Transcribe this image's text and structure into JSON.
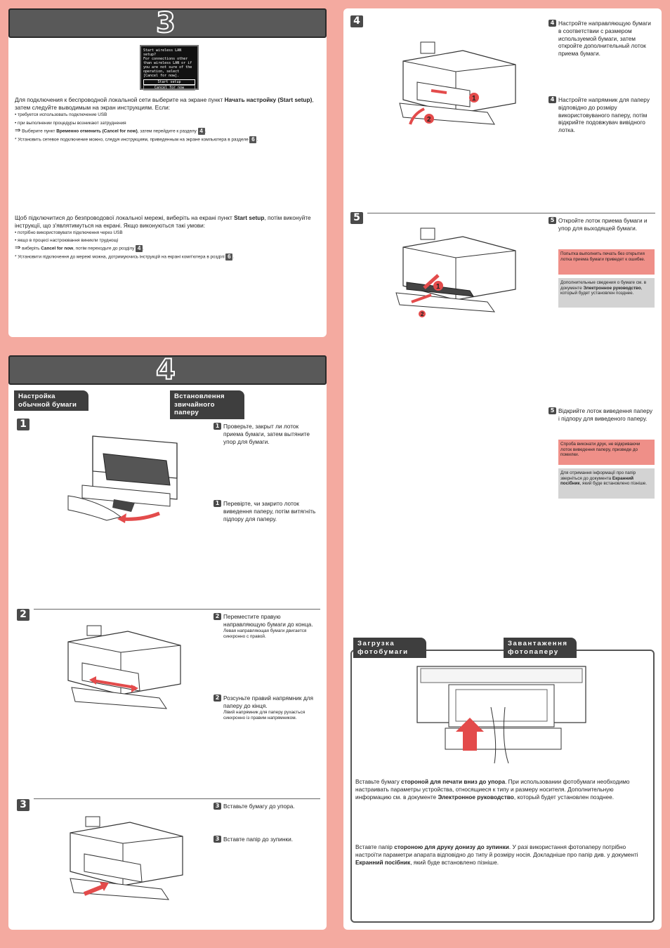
{
  "section3": {
    "number": "3",
    "lcd": {
      "title": "Start wireless LAN setup?",
      "body": "For connections other than wireless LAN or if you are not sure of the operation, select [Cancel for now].",
      "btn1": "Start setup",
      "btn2": "Cancel for now"
    },
    "ru": {
      "para_a": "Для подключения к беспроводной локальной сети выберите на экране пункт ",
      "para_b": "Начать настройку (Start setup)",
      "para_c": ", затем следуйте выводимым на экран инструкциям. Если:",
      "bullet1": "требуется использовать подключение USB",
      "bullet2": "при выполнении процедуры возникают затруднения",
      "arrow_a": "Выберите пункт ",
      "arrow_b": "Временно отменить (Cancel for now)",
      "arrow_c": ", затем перейдите к разделу ",
      "note": "Установить сетевое подключение можно, следуя инструкциям, приведенным на экране компьютера в разделе "
    },
    "uk": {
      "para_a": "Щоб підключитися до безпроводової локальної мережі, виберіть на екрані пункт ",
      "para_b": "Start setup",
      "para_c": ", потім виконуйте інструкції, що з'являтимуться на екрані. Якщо виконуються такі умови:",
      "bullet1": "потрібно використовувати підключення через USB",
      "bullet2": "якщо в процесі настроювання виникли труднощі",
      "arrow_a": "виберіть ",
      "arrow_b": "Cancel for now",
      "arrow_c": ", потім переходьте до розділу ",
      "note": "Установити підключення до мережі можна, дотримуючись інструкцій на екрані комп'ютера в розділі "
    },
    "ref_a": "4",
    "ref_b": "6"
  },
  "section4": {
    "number": "4",
    "tag_ru": "Настройка обычной бумаги",
    "tag_uk": "Встановлення звичайного паперу",
    "step1": {
      "num": "1",
      "ru": "Проверьте, закрыт ли лоток приема бумаги, затем вытяните упор для бумаги.",
      "uk": "Перевірте, чи закрито лоток виведення паперу, потім витягніть підпору для паперу."
    },
    "step2": {
      "num": "2",
      "ru": "Переместите правую направляющую бумаги до конца.",
      "ru_small": "Левая направляющая бумаги двигается синхронно с правой.",
      "uk": "Розсуньте правий напрямник для паперу до кінця.",
      "uk_small": "Лівий напрямник для паперу рухається синхронно із правим напрямником."
    },
    "step3": {
      "num": "3",
      "ru": "Вставьте бумагу до упора.",
      "uk": "Вставте папір до зупинки."
    }
  },
  "right": {
    "step4": {
      "num": "4",
      "ru": "Настройте направляющую бумаги в соответствии с размером используемой бумаги, затем откройте дополнительный лоток приема бумаги.",
      "uk": "Настройте напрямник для паперу відповідно до розміру використовуваного паперу, потім відкрийте подовжувач вивідного лотка."
    },
    "step5": {
      "num": "5",
      "ru": "Откройте лоток приема бумаги и упор для выходящей бумаги.",
      "uk": "Відкрийте лоток виведення паперу і підпору для виведеного паперу.",
      "note_red_ru": "Попытка выполнить печать без открытия лотка приема бумаги приведет к ошибке.",
      "note_gray_ru_a": "Дополнительные сведения о бумаге см. в документе ",
      "note_gray_ru_b": "Электронное руководство",
      "note_gray_ru_c": ", который будет установлен позднее.",
      "note_red_uk": "Спроба виконати друк, не відкриваючи лоток виведення паперу, призведе до помилки.",
      "note_gray_uk_a": "Для отримання інформації про папір зверніться до документа ",
      "note_gray_uk_b": "Екранний посібник",
      "note_gray_uk_c": ", який буде встановлено пізніше."
    },
    "photo": {
      "tag_ru": "Загрузка фотобумаги",
      "tag_uk": "Завантаження фотопаперу",
      "ru_a": "Вставьте бумагу ",
      "ru_b": "стороной для печати вниз до упора",
      "ru_c": ". При использовании фотобумаги необходимо настраивать параметры устройства, относящиеся к типу и размеру носителя. Дополнительную информацию см. в документе ",
      "ru_d": "Электронное руководство",
      "ru_e": ", который будет установлен позднее.",
      "uk_a": "Вставте папір ",
      "uk_b": "стороною для друку донизу до зупинки",
      "uk_c": ". У разі використання фотопаперу потрібно настроїти параметри апарата відповідно до типу й розміру носія. Докладніше про папір див. у документі ",
      "uk_d": "Екранний посібник",
      "uk_e": ", який буде встановлено пізніше."
    },
    "callout1": "1",
    "callout2": "2"
  },
  "colors": {
    "background": "#f4aaa0",
    "header": "#595959",
    "note_red": "#ef8f88",
    "note_gray": "#d3d3d3",
    "callout": "#e34b4b"
  }
}
